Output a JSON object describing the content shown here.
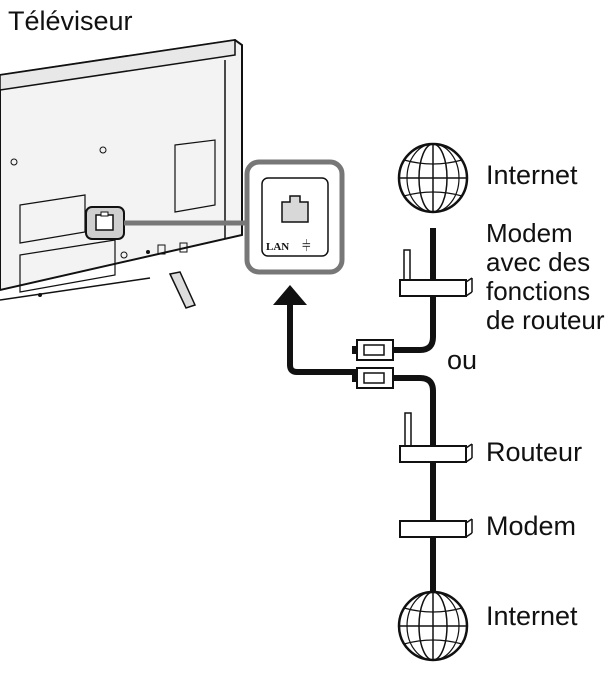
{
  "labels": {
    "tv": "Téléviseur",
    "internet_top": "Internet",
    "modem_router_lines": [
      "Modem",
      "avec des",
      "fonctions",
      "de routeur"
    ],
    "or": "ou",
    "router": "Routeur",
    "modem": "Modem",
    "internet_bottom": "Internet"
  },
  "port": {
    "name": "LAN",
    "symbol": "⫩"
  },
  "colors": {
    "line": "#111111",
    "tv_body": "#f4f4f4",
    "device_fill": "#ffffff"
  }
}
